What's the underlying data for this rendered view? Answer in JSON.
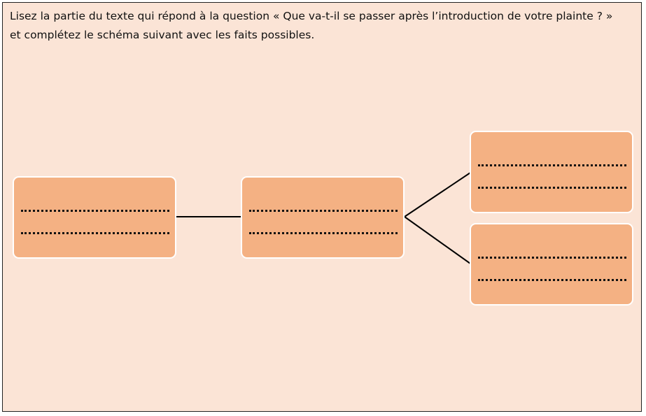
{
  "instruction": "Lisez la partie du texte qui répond à la question « Que va-t-il se passer après l’introduction de votre plainte ? » et complétez le schéma suivant avec les faits possibles.",
  "diagram": {
    "nodes": [
      {
        "id": "step-1",
        "lines": 2
      },
      {
        "id": "step-2",
        "lines": 2
      },
      {
        "id": "outcome-a",
        "lines": 2
      },
      {
        "id": "outcome-b",
        "lines": 2
      }
    ],
    "edges": [
      {
        "from": "step-1",
        "to": "step-2"
      },
      {
        "from": "step-2",
        "to": "outcome-a"
      },
      {
        "from": "step-2",
        "to": "outcome-b"
      }
    ],
    "colors": {
      "background": "#fbe4d6",
      "box": "#f4b183",
      "box_border": "#ffffff",
      "line": "#000000"
    }
  }
}
